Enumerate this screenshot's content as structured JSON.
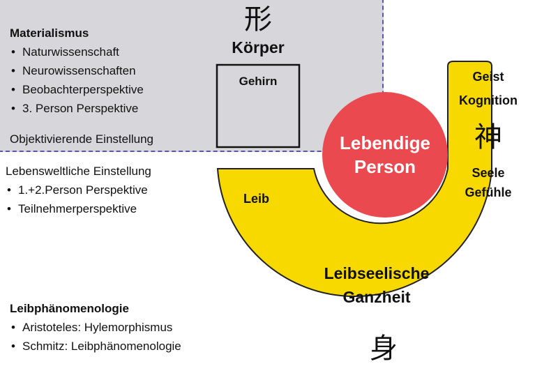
{
  "materialism": {
    "title": "Materialismus",
    "items": [
      "Naturwissenschaft",
      "Neurowissenschaften",
      "Beobachterperspektive",
      "3. Person Perspektive"
    ],
    "stance": "Objektivierende Einstellung"
  },
  "lifeworld": {
    "title": "Lebensweltliche Einstellung",
    "items": [
      "1.+2.Person Perspektive",
      "Teilnehmerperspektive"
    ]
  },
  "phenomenology": {
    "title": "Leibphänomenologie",
    "items": [
      "Aristoteles: Hylemorphismus",
      "Schmitz: Leibphänomenologie"
    ]
  },
  "diagram": {
    "kanji_form": "形",
    "body_label": "Körper",
    "brain_label": "Gehirn",
    "person_line1": "Lebendige",
    "person_line2": "Person",
    "mind_label": "Geist",
    "cognition_label": "Kognition",
    "kanji_spirit": "神",
    "soul_label": "Seele",
    "feelings_label": "Gefühle",
    "leib_label": "Leib",
    "whole_line1": "Leibseelische",
    "whole_line2": "Ganzheit",
    "kanji_body": "身"
  },
  "colors": {
    "grey_panel": "#d7d7db",
    "dashed_border": "#5a57a8",
    "yellow_shape": "#f7d900",
    "red_circle": "#ea4a4f"
  }
}
